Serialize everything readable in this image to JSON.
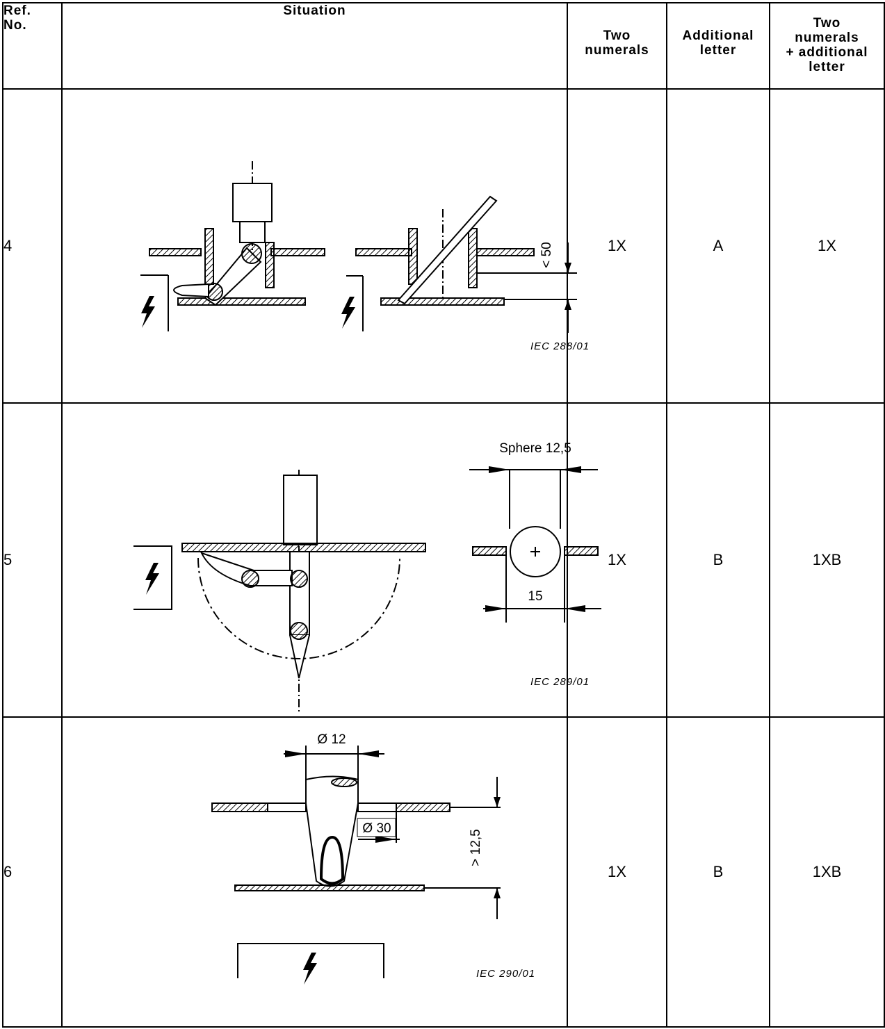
{
  "headers": {
    "ref": "Ref.\nNo.",
    "situation": "Situation",
    "two_numerals": "Two\nnumerals",
    "additional_letter": "Additional\nletter",
    "combined": "Two\nnumerals\n+ additional\nletter"
  },
  "rows": [
    {
      "ref": "4",
      "two_numerals": "1X",
      "additional_letter": "A",
      "combined": "1X",
      "figure": {
        "iec_label": "IEC  288/01",
        "dimension": "< 50"
      }
    },
    {
      "ref": "5",
      "two_numerals": "1X",
      "additional_letter": "B",
      "combined": "1XB",
      "figure": {
        "iec_label": "IEC  289/01",
        "sphere_label": "Sphere 12,5",
        "width_label": "15"
      }
    },
    {
      "ref": "6",
      "two_numerals": "1X",
      "additional_letter": "B",
      "combined": "1XB",
      "figure": {
        "iec_label": "IEC  290/01",
        "dia_top": "Ø 12",
        "dia_mid": "Ø 30",
        "dimension": "> 12,5"
      }
    }
  ],
  "icons": [
    "lightning-hazard-icon"
  ]
}
